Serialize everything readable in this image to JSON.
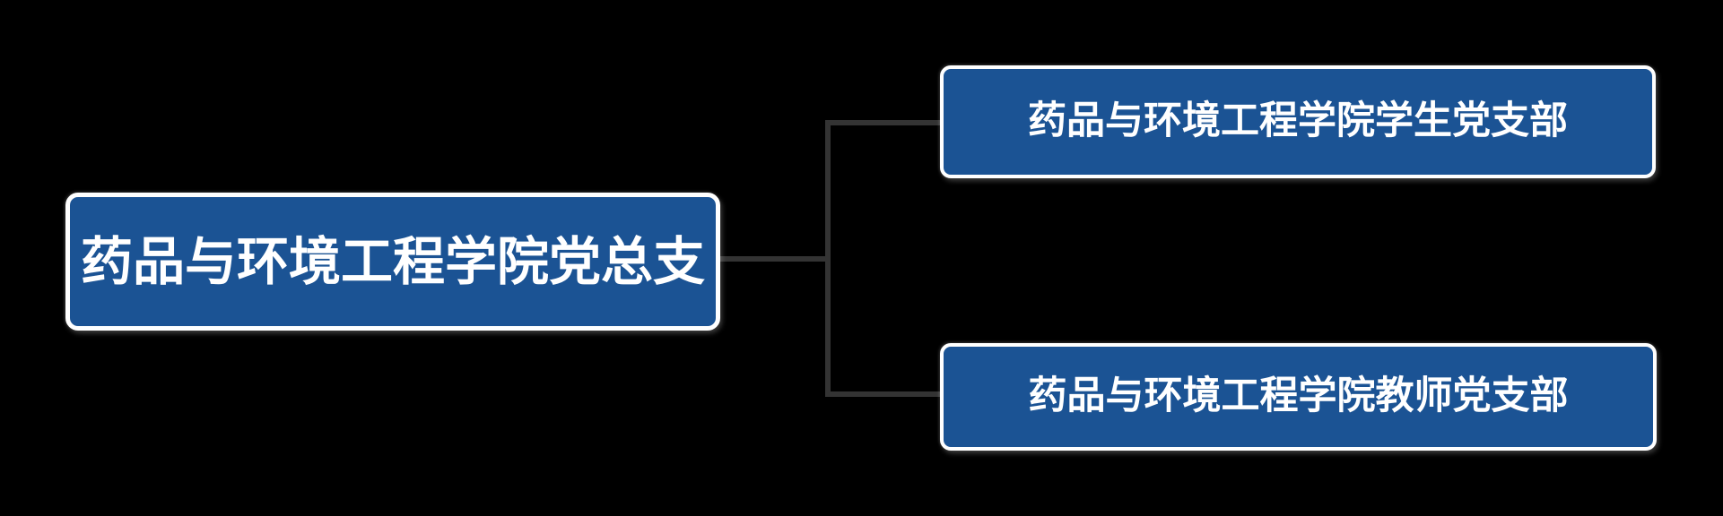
{
  "diagram": {
    "type": "org-chart",
    "background_color": "#000000",
    "node_fill_color": "#1b5394",
    "node_border_color": "#ffffff",
    "node_text_color": "#ffffff",
    "connector_color": "#333333",
    "root": {
      "label": "药品与环境工程学院党总支"
    },
    "children": [
      {
        "label": "药品与环境工程学院学生党支部"
      },
      {
        "label": "药品与环境工程学院教师党支部"
      }
    ]
  }
}
